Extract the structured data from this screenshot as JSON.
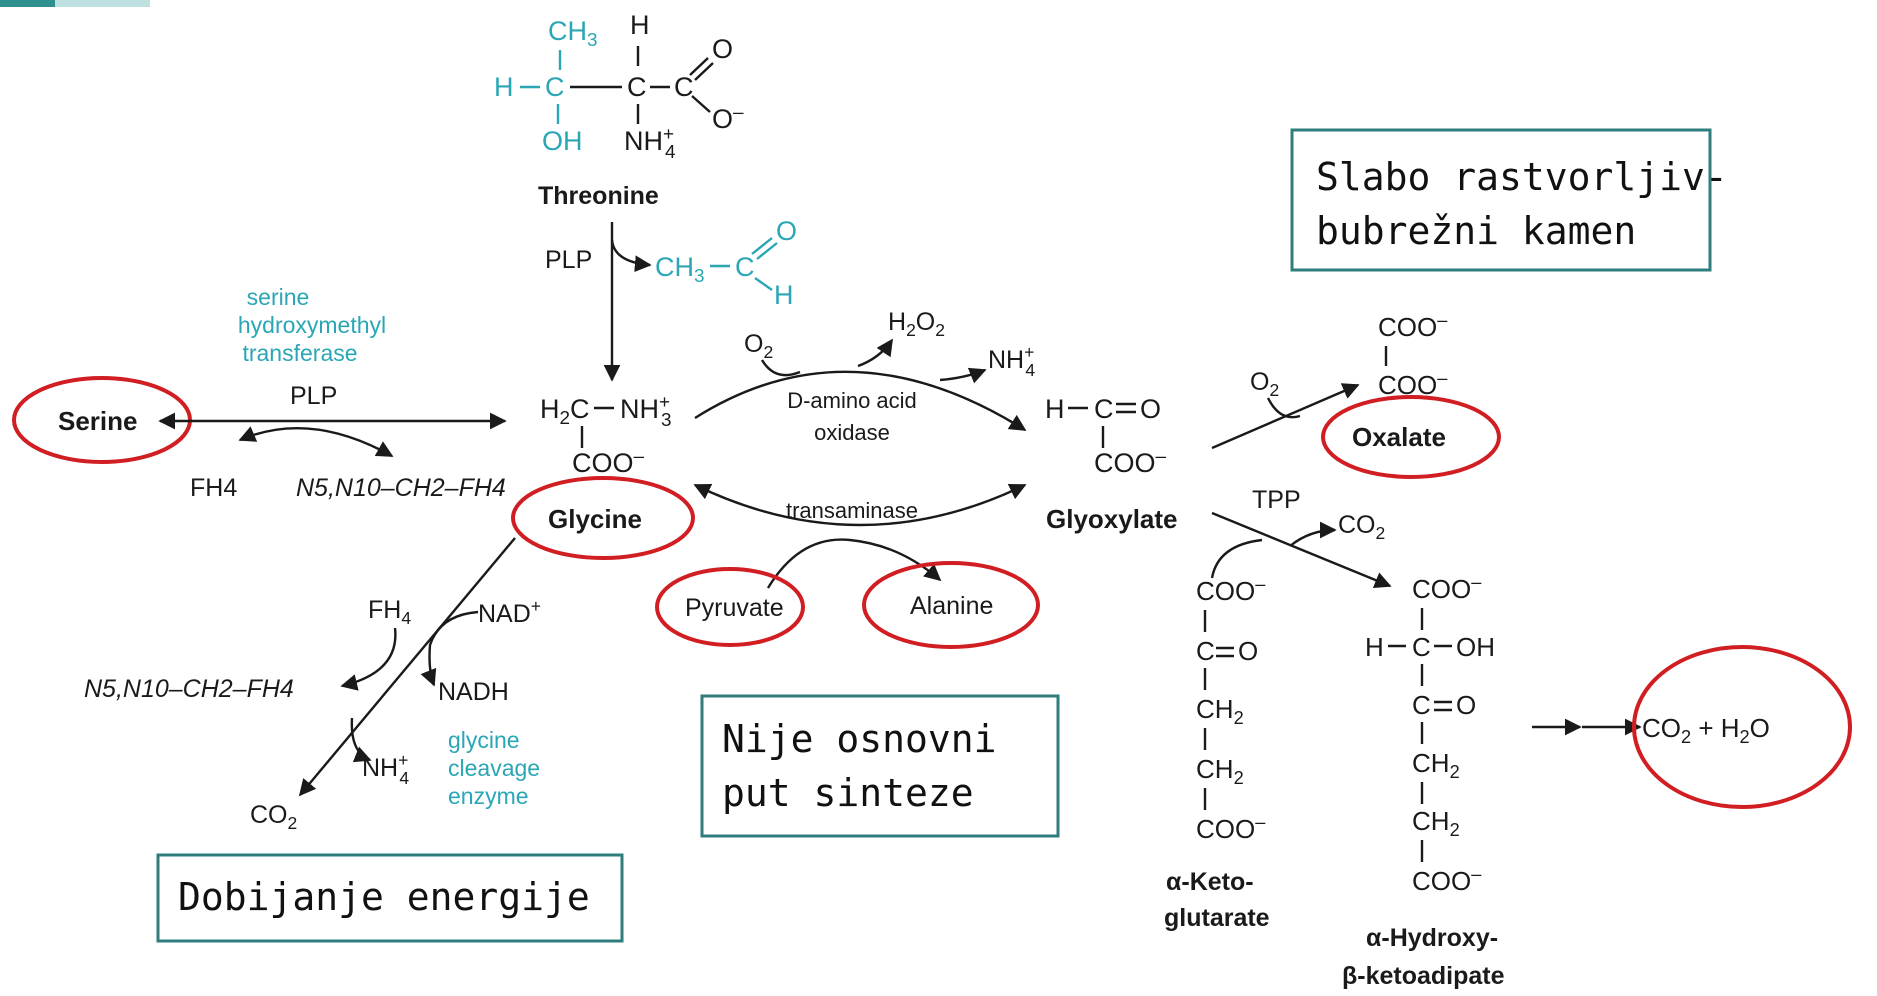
{
  "corner_accent_color": "#2f8f8f",
  "accent_colors": {
    "teal": "#2aa6b5",
    "circle_red": "#d01e22",
    "box_border": "#2f7d7d"
  },
  "compounds": {
    "threonine": "Threonine",
    "serine": "Serine",
    "glycine": "Glycine",
    "glyoxylate": "Glyoxylate",
    "oxalate": "Oxalate",
    "pyruvate": "Pyruvate",
    "alanine": "Alanine",
    "ketoglutarate_1": "α-Keto-",
    "ketoglutarate_2": "glutarate",
    "hydroxy_1": "α-Hydroxy-",
    "hydroxy_2": "β-ketoadipate",
    "fh4": "FH4",
    "fh4_b": "FH4",
    "methylene_fh4": "N5,N10–CH2–FH4",
    "methylene_fh4_b": "N5,N10–CH2–FH4",
    "co2_h2o": "CO2 + H2O"
  },
  "cofactors": {
    "plp_threonine": "PLP",
    "plp_serine": "PLP",
    "tpp": "TPP",
    "o2_a": "O2",
    "o2_b": "O2",
    "h2o2": "H2O2",
    "nh4_a": "NH4+",
    "nh4_b": "NH4+",
    "co2_a": "CO2",
    "co2_b": "CO2",
    "nad": "NAD+",
    "nadh": "NADH"
  },
  "enzymes": {
    "shmt": [
      "serine",
      "hydroxymethyl",
      "transferase"
    ],
    "d_amino_acid_oxidase": [
      "D-amino acid",
      "oxidase"
    ],
    "transaminase": "transaminase",
    "glycine_cleavage": [
      "glycine",
      "cleavage",
      "enzyme"
    ]
  },
  "notes": {
    "top_right": [
      "Slabo rastvorljiv-",
      "bubrežni kamen"
    ],
    "middle": [
      "Nije osnovni",
      "put sinteze"
    ],
    "bottom_left": "Dobijanje energije"
  }
}
